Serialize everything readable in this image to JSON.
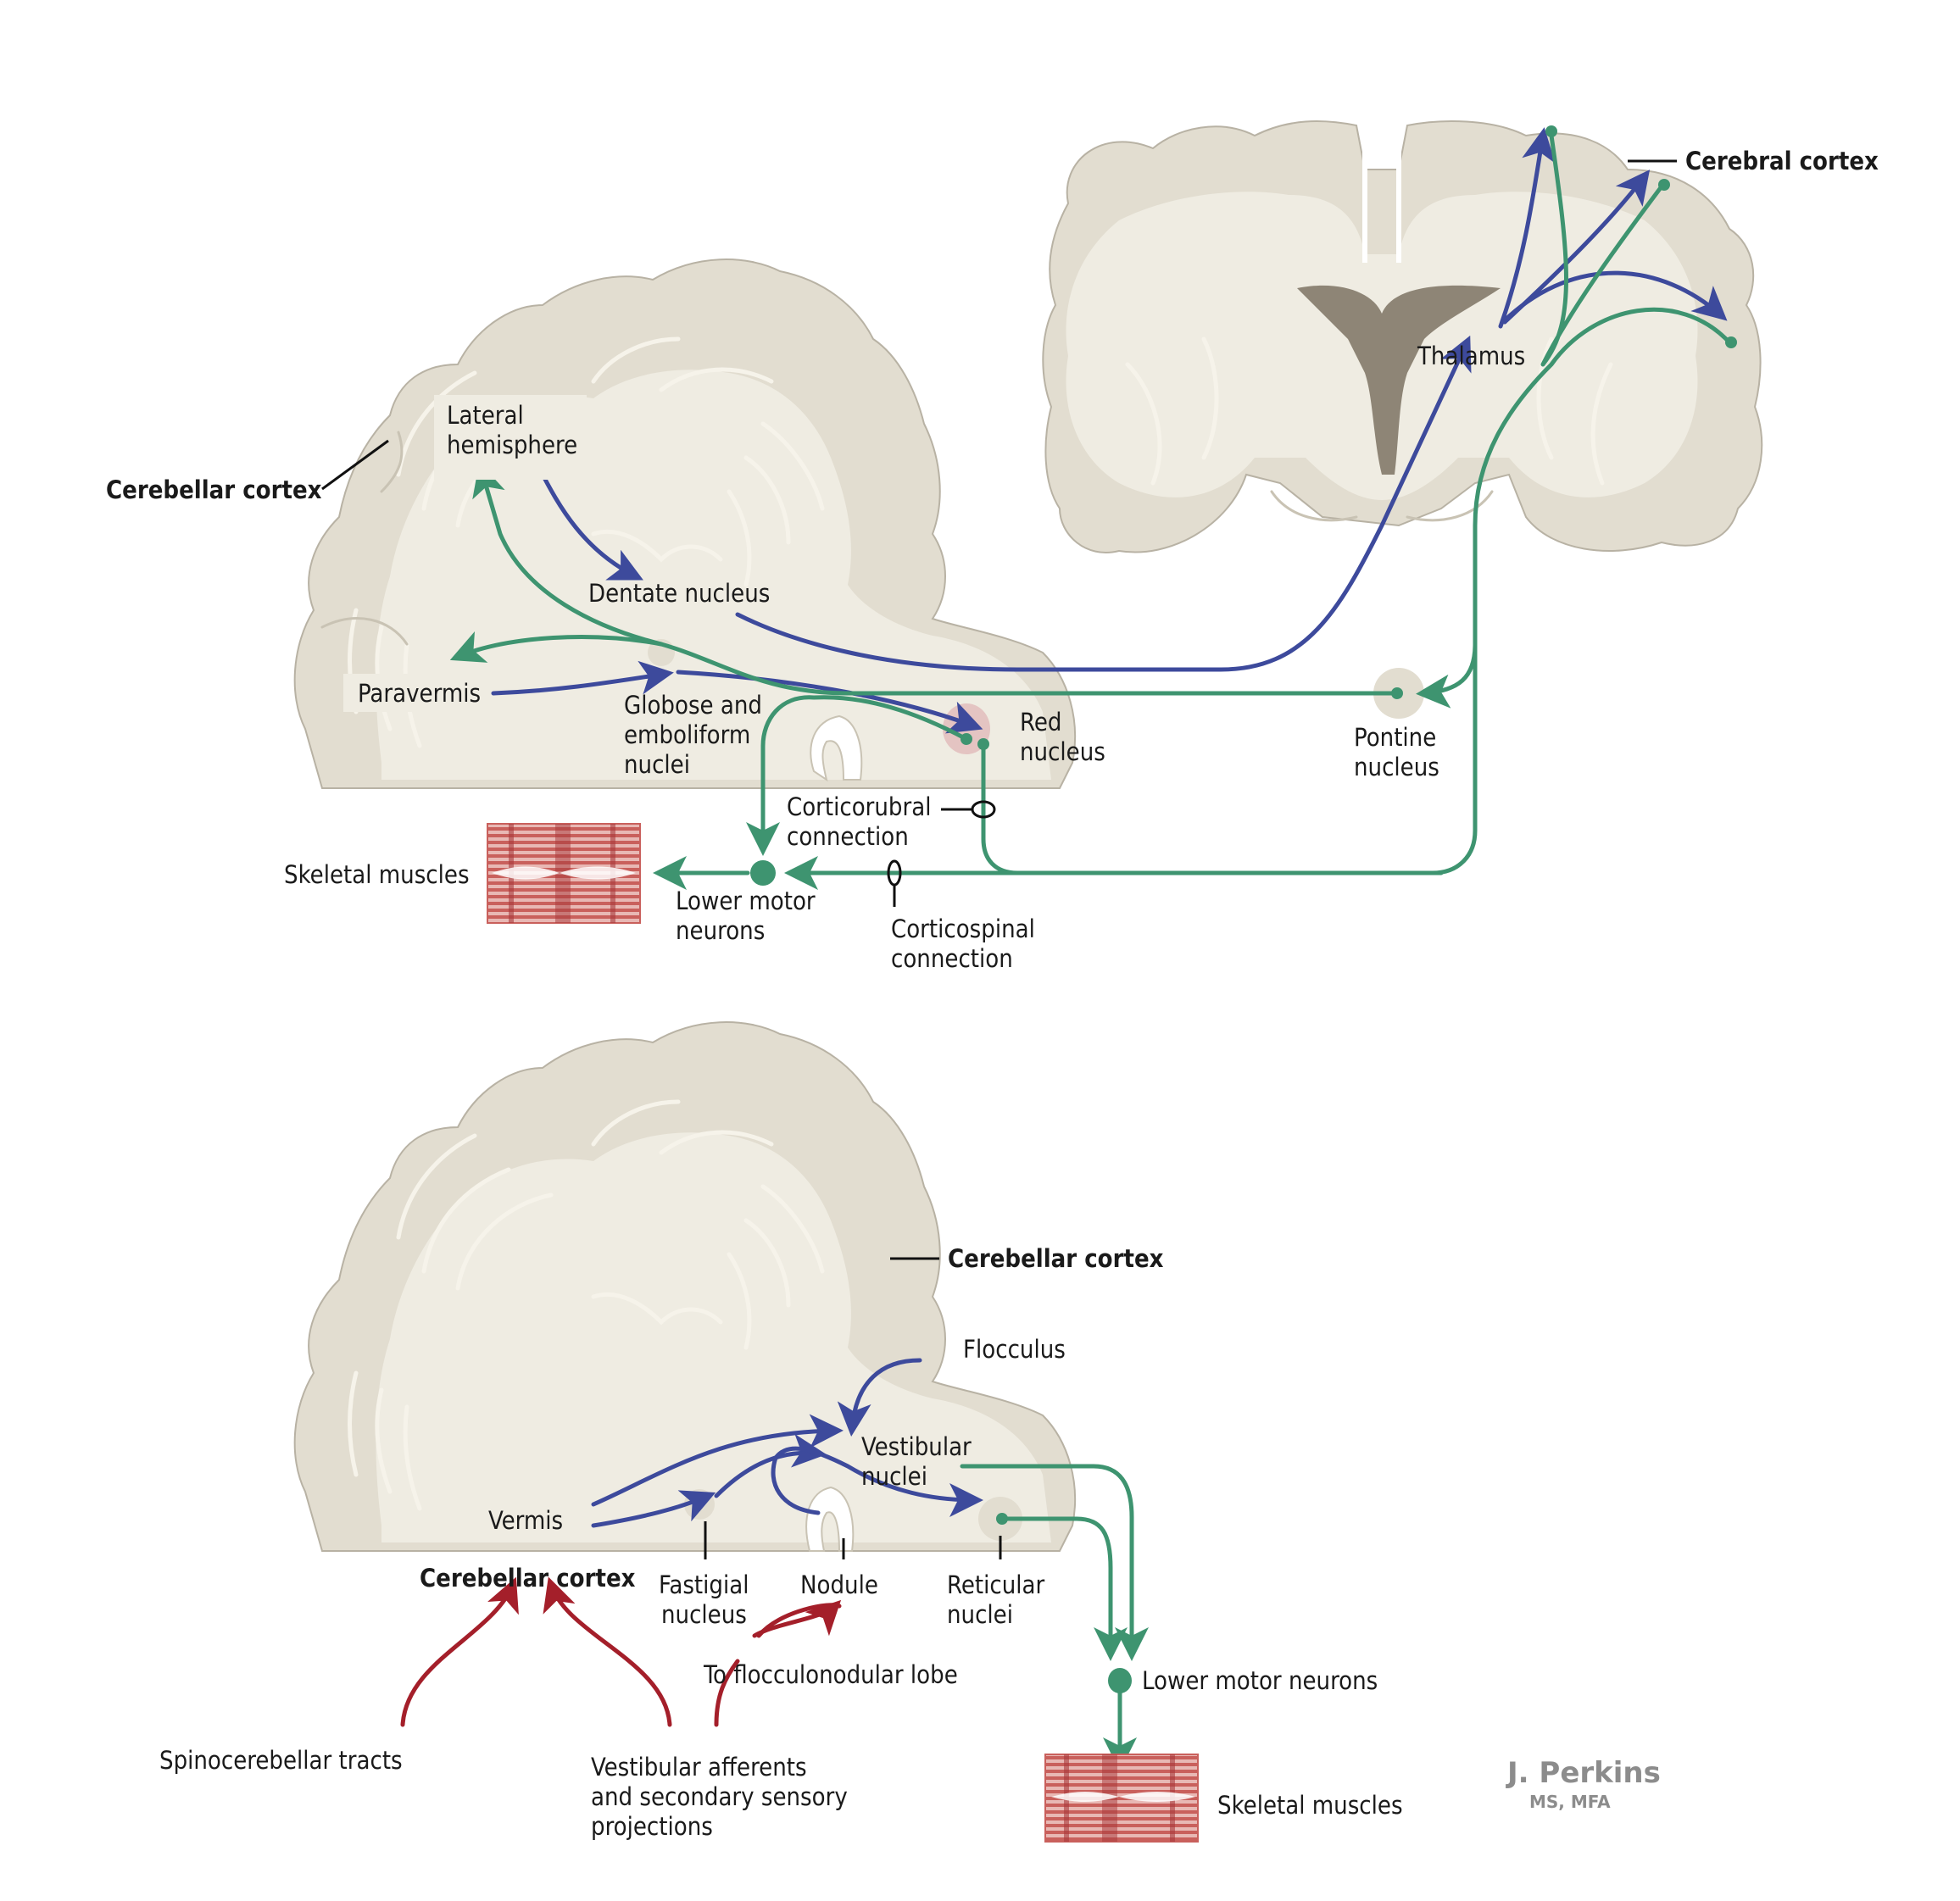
{
  "title": "Cerebellar efferent and afferent pathways",
  "colors": {
    "cerebellar_efferent_blue": "#3d4a9c",
    "motor_green": "#3e9470",
    "afferent_red": "#a41f2a",
    "tissue": "#e2ddd0",
    "white_matter": "#efece2",
    "ventricle": "#8e8576",
    "red_nucleus": "#e4c4c2",
    "muscle": "#c9605c"
  },
  "top_panel": {
    "labels": {
      "cerebral_cortex": "Cerebral cortex",
      "thalamus": "Thalamus",
      "cerebellar_cortex": "Cerebellar cortex",
      "lateral_hemisphere_1": "Lateral",
      "lateral_hemisphere_2": "hemisphere",
      "dentate_nucleus": "Dentate nucleus",
      "paravermis": "Paravermis",
      "globose_1": "Globose and",
      "globose_2": "emboliform",
      "globose_3": "nuclei",
      "red_nucleus_1": "Red",
      "red_nucleus_2": "nucleus",
      "pontine_1": "Pontine",
      "pontine_2": "nucleus",
      "corticorubral_1": "Corticorubral",
      "corticorubral_2": "connection",
      "corticospinal_1": "Corticospinal",
      "corticospinal_2": "connection",
      "lower_motor_1": "Lower motor",
      "lower_motor_2": "neurons",
      "skeletal_muscles": "Skeletal muscles"
    }
  },
  "bottom_panel": {
    "labels": {
      "cerebellar_cortex_right": "Cerebellar cortex",
      "flocculus": "Flocculus",
      "vestibular_1": "Vestibular",
      "vestibular_2": "nuclei",
      "vermis": "Vermis",
      "cerebellar_cortex_bottom": "Cerebellar cortex",
      "fastigial_1": "Fastigial",
      "fastigial_2": "nucleus",
      "nodule": "Nodule",
      "reticular_1": "Reticular",
      "reticular_2": "nuclei",
      "to_flocculonodular": "To flocculonodular lobe",
      "spinocerebellar": "Spinocerebellar tracts",
      "vestibular_afferents_1": "Vestibular afferents",
      "vestibular_afferents_2": "and secondary sensory",
      "vestibular_afferents_3": "projections",
      "lower_motor_neurons": "Lower motor neurons",
      "skeletal_muscles": "Skeletal muscles"
    }
  },
  "signature": {
    "name": "J. Perkins",
    "credentials": "MS, MFA"
  }
}
